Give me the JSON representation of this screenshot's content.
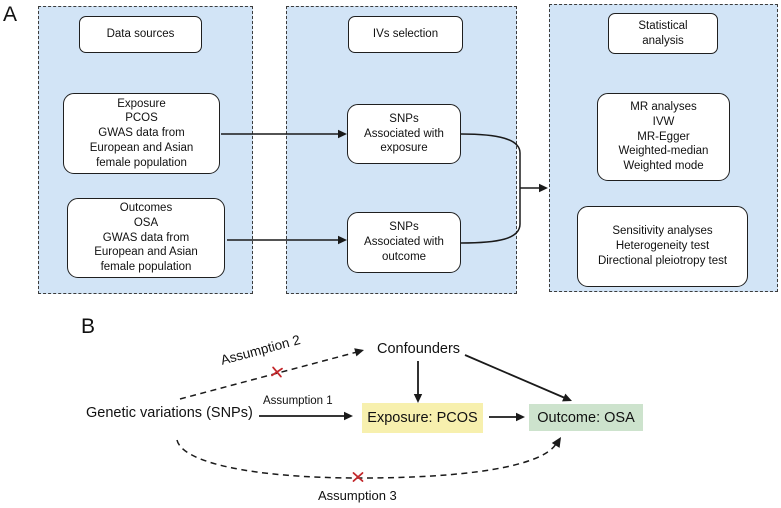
{
  "figure": {
    "label_a": "A",
    "label_b": "B"
  },
  "panel_a": {
    "data_sources": {
      "title": "Data sources",
      "exposure_box": "Exposure\nPCOS\nGWAS data from\nEuropean and Asian\nfemale population",
      "outcomes_box": "Outcomes\nOSA\nGWAS data from\nEuropean and Asian\nfemale population"
    },
    "ivs_selection": {
      "title": "IVs selection",
      "snps_exposure_box": "SNPs\nAssociated with\nexposure",
      "snps_outcome_box": "SNPs\nAssociated with\noutcome"
    },
    "statistical_analysis": {
      "title": "Statistical\nanalysis",
      "mr_box": "MR analyses\nIVW\nMR-Egger\nWeighted-median\nWeighted mode",
      "sensitivity_box": "Sensitivity analyses\nHeterogeneity test\nDirectional pleiotropy test"
    }
  },
  "panel_b": {
    "genetic_variations": "Genetic variations (SNPs)",
    "confounders": "Confounders",
    "exposure": "Exposure: PCOS",
    "outcome": "Outcome: OSA",
    "assumption_1": "Assumption 1",
    "assumption_2": "Assumption 2",
    "assumption_3": "Assumption 3"
  },
  "colors": {
    "panel_bg": "#d2e4f6",
    "exposure_highlight": "#f7f0ae",
    "outcome_highlight": "#cde3cd",
    "cross_red": "#c3272b",
    "line": "#1a1a1a"
  }
}
